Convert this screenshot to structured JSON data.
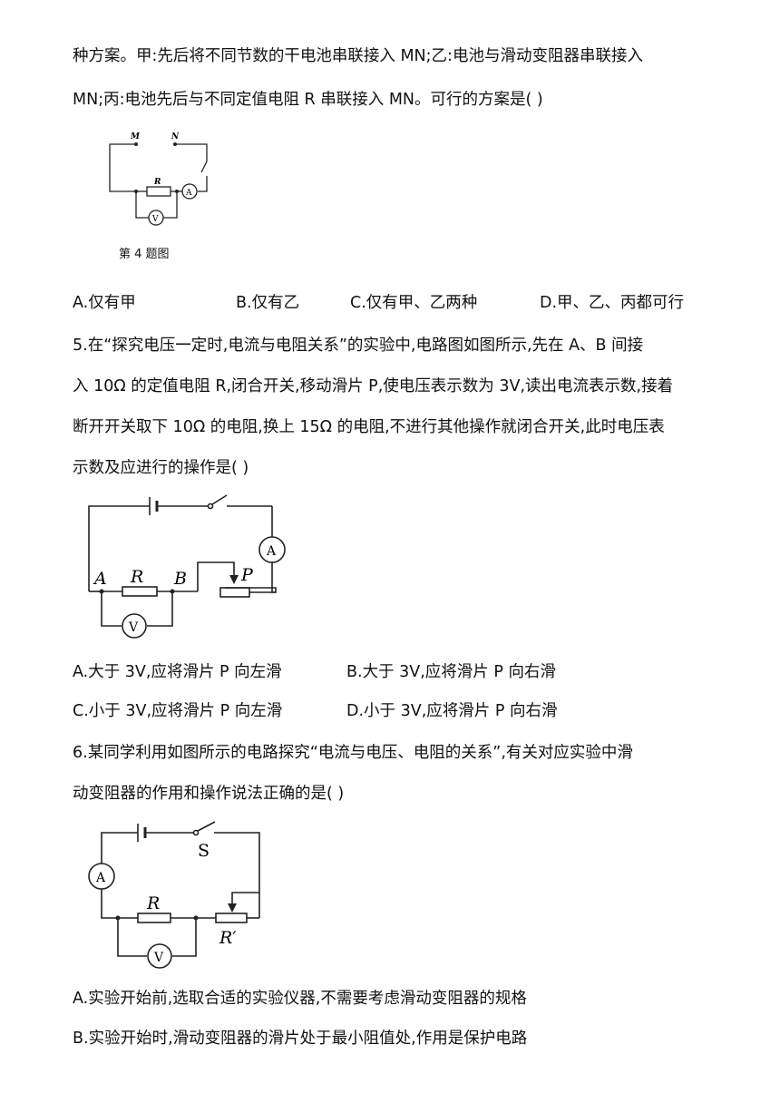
{
  "q4": {
    "lines": [
      "种方案。甲:先后将不同节数的干电池串联接入 MN;乙:电池与滑动变阻器串联接入",
      "MN;丙:电池先后与不同定值电阻 R 串联接入 MN。可行的方案是(      )"
    ],
    "figure": {
      "label_m": "M",
      "label_n": "N",
      "label_r": "R",
      "label_a": "A",
      "label_v": "V",
      "caption": "第 4 题图"
    },
    "options": {
      "a": "A.仅有甲",
      "b": "B.仅有乙",
      "c": "C.仅有甲、乙两种",
      "d": "D.甲、乙、丙都可行"
    }
  },
  "q5": {
    "lines": [
      "5.在“探究电压一定时,电流与电阻关系”的实验中,电路图如图所示,先在 A、B 间接",
      "入 10Ω 的定值电阻 R,闭合开关,移动滑片 P,使电压表示数为 3V,读出电流表示数,接着",
      "断开开关取下 10Ω 的电阻,换上 15Ω 的电阻,不进行其他操作就闭合开关,此时电压表",
      "示数及应进行的操作是(        )"
    ],
    "figure": {
      "label_a_node": "A",
      "label_r": "R",
      "label_b_node": "B",
      "label_p": "P",
      "label_ammeter": "A",
      "label_voltmeter": "V"
    },
    "options": {
      "a": "A.大于 3V,应将滑片 P 向左滑",
      "b": "B.大于 3V,应将滑片 P 向右滑",
      "c": "C.小于 3V,应将滑片 P 向左滑",
      "d": "D.小于 3V,应将滑片 P 向右滑"
    }
  },
  "q6": {
    "lines": [
      "6.某同学利用如图所示的电路探究“电流与电压、电阻的关系”,有关对应实验中滑",
      "动变阻器的作用和操作说法正确的是(      )"
    ],
    "figure": {
      "label_s": "S",
      "label_ammeter": "A",
      "label_r": "R",
      "label_r_prime": "R′",
      "label_voltmeter": "V"
    },
    "options": {
      "a": "A.实验开始前,选取合适的实验仪器,不需要考虑滑动变阻器的规格",
      "b": "B.实验开始时,滑动变阻器的滑片处于最小阻值处,作用是保护电路"
    }
  }
}
